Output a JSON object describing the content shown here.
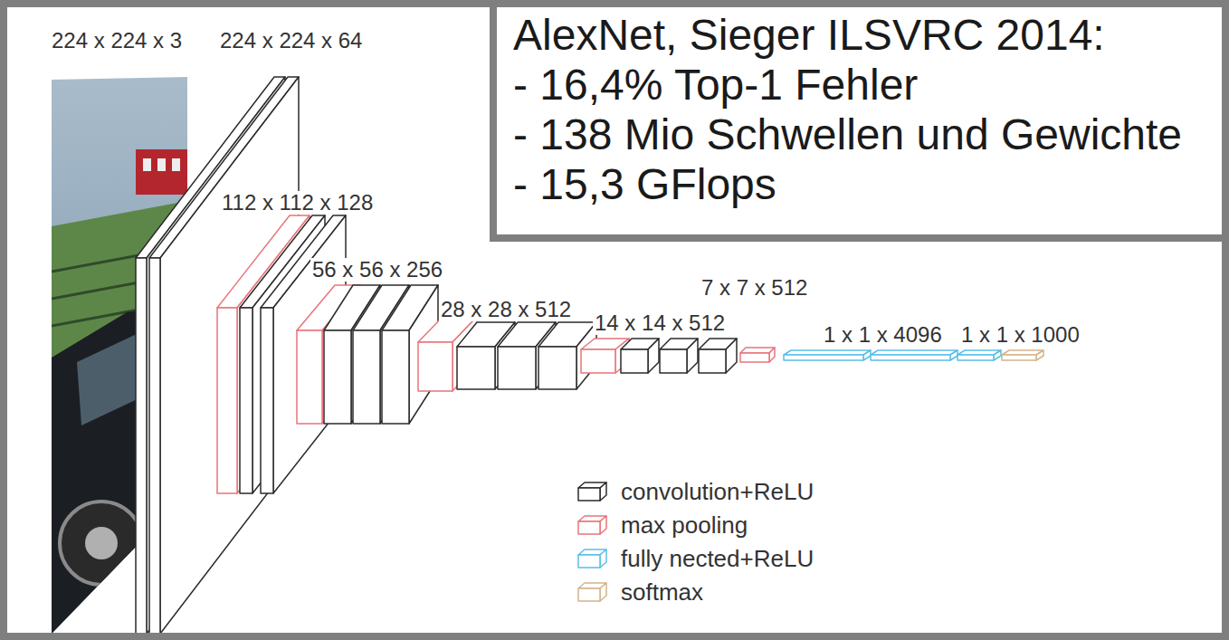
{
  "diagram": {
    "nodes": [
      {
        "text": [
          "AlexNet, Sieger ILSVRC 2014:",
          "- 16,4% Top-1 Fehler",
          "- 138 Mio Schwellen und Gewichte",
          "- 15,3 GFlops"
        ]
      }
    ],
    "labels": [
      "224 x 224 x 3",
      "224 x 224 x 64",
      "112 x 112 x 128",
      "56 x 56 x 256",
      "28 x 28 x 512",
      "7 x 7 x 512",
      "14 x 14 x 512",
      "1 x 1 x 4096",
      "1 x 1 x 1000"
    ],
    "legend": [
      {
        "text": "convolution+ReLU"
      },
      {
        "text": "max pooling"
      },
      {
        "text": "fully nected+ReLU"
      },
      {
        "text": "softmax"
      }
    ]
  }
}
